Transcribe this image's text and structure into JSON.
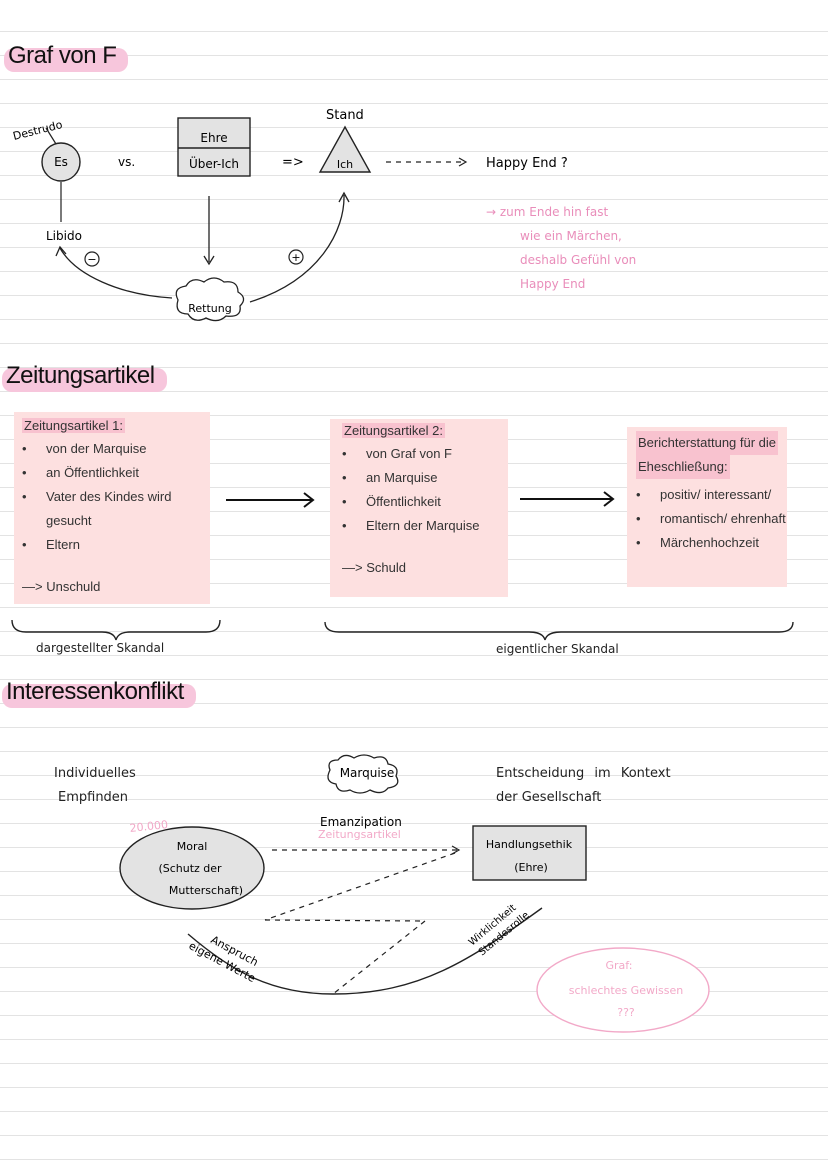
{
  "section1": {
    "title": "Graf von F",
    "destrudo": "Destrudo",
    "es": "Es",
    "vs": "vs.",
    "ehre": "Ehre",
    "ueber_ich": "Über-Ich",
    "implies": "=>",
    "stand": "Stand",
    "ich": "Ich",
    "happy_end": "Happy End ?",
    "libido": "Libido",
    "minus": "−",
    "plus": "+",
    "rettung": "Rettung",
    "note": [
      "→ zum Ende hin fast",
      "wie ein Märchen,",
      "deshalb Gefühl von",
      "Happy End"
    ]
  },
  "section2": {
    "title": "Zeitungsartikel",
    "box1": {
      "title": "Zeitungsartikel 1:",
      "items": [
        "von der Marquise",
        "an Öffentlichkeit",
        "Vater des Kindes wird gesucht",
        "Eltern"
      ],
      "conclusion": "—> Unschuld"
    },
    "box2": {
      "title": "Zeitungsartikel 2:",
      "items": [
        "von Graf von F",
        "an Marquise",
        "Öffentlichkeit",
        "Eltern der Marquise"
      ],
      "conclusion": "—> Schuld"
    },
    "box3": {
      "title_lines": [
        "Berichterstattung für die",
        "Eheschließung:"
      ],
      "items": [
        "positiv/ interessant/",
        "romantisch/ ehrenhaft",
        "Märchenhochzeit"
      ]
    },
    "brace_left": "dargestellter Skandal",
    "brace_right": "eigentlicher Skandal"
  },
  "section3": {
    "title": "Interessenkonflikt",
    "individual": [
      "Individuelles",
      "Empfinden"
    ],
    "marquise": "Marquise",
    "entscheidung": [
      "Entscheidung im Kontext",
      "der Gesellschaft"
    ],
    "twenty_k": "20.000",
    "moral": [
      "Moral",
      "(Schutz der",
      "Mutterschaft)"
    ],
    "emanzipation": "Emanzipation",
    "zeitungsartikel": "Zeitungsartikel",
    "handlungsethik": [
      "Handlungsethik",
      "(Ehre)"
    ],
    "anspruch": "Anspruch",
    "eigene_werte": "eigene Werte",
    "wirklichkeit": "Wirklichkeit",
    "standesrolle": "Standesrolle",
    "graf": [
      "Graf:",
      "schlechtes Gewissen",
      "???"
    ]
  },
  "colors": {
    "pink_highlight": "#f7c6dc",
    "box_bg": "#fde0e0",
    "pink_text": "#e98dba",
    "grey_fill": "#e3e3e3"
  }
}
